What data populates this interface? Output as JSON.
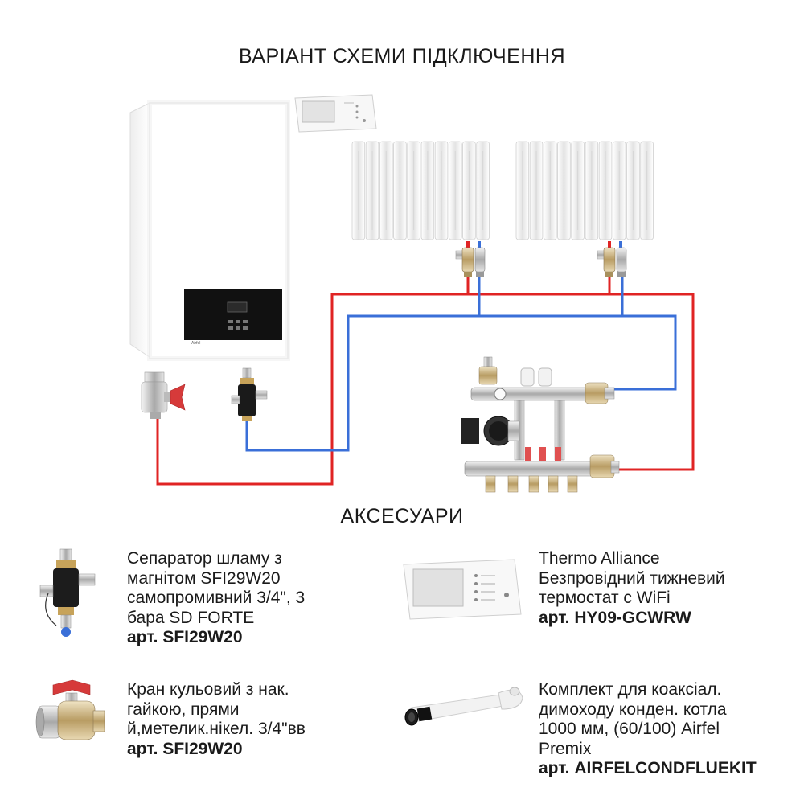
{
  "diagram_title": "ВАРІАНТ СХЕМИ ПІДКЛЮЧЕННЯ",
  "accessories_title": "АКСЕСУАРИ",
  "boiler_display_text": "Airfel",
  "accessories": [
    {
      "id": "sludge-separator",
      "lines": [
        "Сепаратор шламу з",
        "магнітом SFI29W20",
        "самопромивний 3/4\", 3",
        "бара SD FORTE"
      ],
      "article": "арт. SFI29W20"
    },
    {
      "id": "thermostat",
      "lines": [
        "Thermo Alliance",
        "Безпровідний тижневий",
        "термостат с WiFi"
      ],
      "article": "арт. HY09-GCWRW"
    },
    {
      "id": "ball-valve",
      "lines": [
        "Кран кульовий з нак.",
        "гайкою, прями",
        "й,метелик.нікел. 3/4\"вв"
      ],
      "article": "арт. SFI29W20"
    },
    {
      "id": "flue-kit",
      "lines": [
        "Комплект для коаксіал.",
        "димоходу конден. котла",
        "1000 мм, (60/100) Airfel",
        "Premix"
      ],
      "article": "арт. AIRFELCONDFLUEKIT"
    }
  ],
  "colors": {
    "supply_pipe": "#e02424",
    "return_pipe": "#3a6fd8",
    "boiler_panel": "#111111",
    "valve_red": "#d63a3a",
    "brass": "#c9b48a",
    "chrome": "#c8c8c8"
  }
}
